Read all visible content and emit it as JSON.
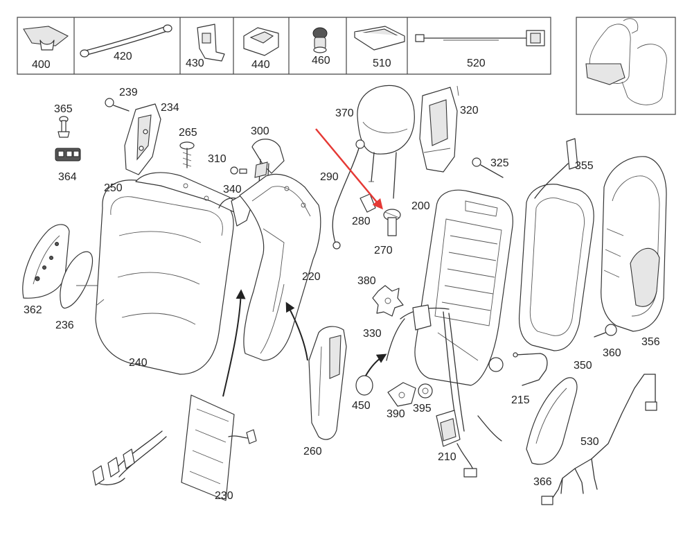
{
  "callouts": {
    "c400": "400",
    "c420": "420",
    "c430": "430",
    "c440": "440",
    "c460": "460",
    "c510": "510",
    "c520": "520",
    "c239": "239",
    "c365": "365",
    "c234": "234",
    "c265": "265",
    "c300": "300",
    "c310": "310",
    "c364": "364",
    "c250": "250",
    "c340": "340",
    "c370": "370",
    "c320": "320",
    "c290": "290",
    "c325": "325",
    "c355": "355",
    "c280": "280",
    "c200": "200",
    "c270": "270",
    "c220": "220",
    "c380": "380",
    "c362": "362",
    "c236": "236",
    "c330": "330",
    "c360": "360",
    "c356": "356",
    "c240": "240",
    "c350": "350",
    "c450": "450",
    "c215": "215",
    "c390": "390",
    "c395": "395",
    "c530": "530",
    "c260": "260",
    "c210": "210",
    "c366": "366",
    "c230": "230"
  },
  "colors": {
    "highlight_arrow": "#e53935",
    "line": "#333333"
  }
}
